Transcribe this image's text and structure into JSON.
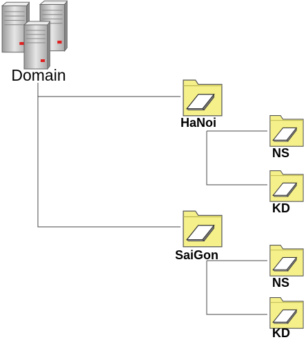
{
  "diagram": {
    "root": {
      "label": "Domain",
      "icon": "server-cluster-icon"
    },
    "units": [
      {
        "label": "HaNoi",
        "icon": "folder-icon",
        "children": [
          {
            "label": "NS",
            "icon": "folder-icon"
          },
          {
            "label": "KD",
            "icon": "folder-icon"
          }
        ]
      },
      {
        "label": "SaiGon",
        "icon": "folder-icon",
        "children": [
          {
            "label": "NS",
            "icon": "folder-icon"
          },
          {
            "label": "KD",
            "icon": "folder-icon"
          }
        ]
      }
    ]
  },
  "colors": {
    "folder_fill": "#f5f08a",
    "folder_stroke": "#555555",
    "server_body": "#c8c8c8",
    "server_led": "#e02020",
    "connector": "#444444"
  }
}
